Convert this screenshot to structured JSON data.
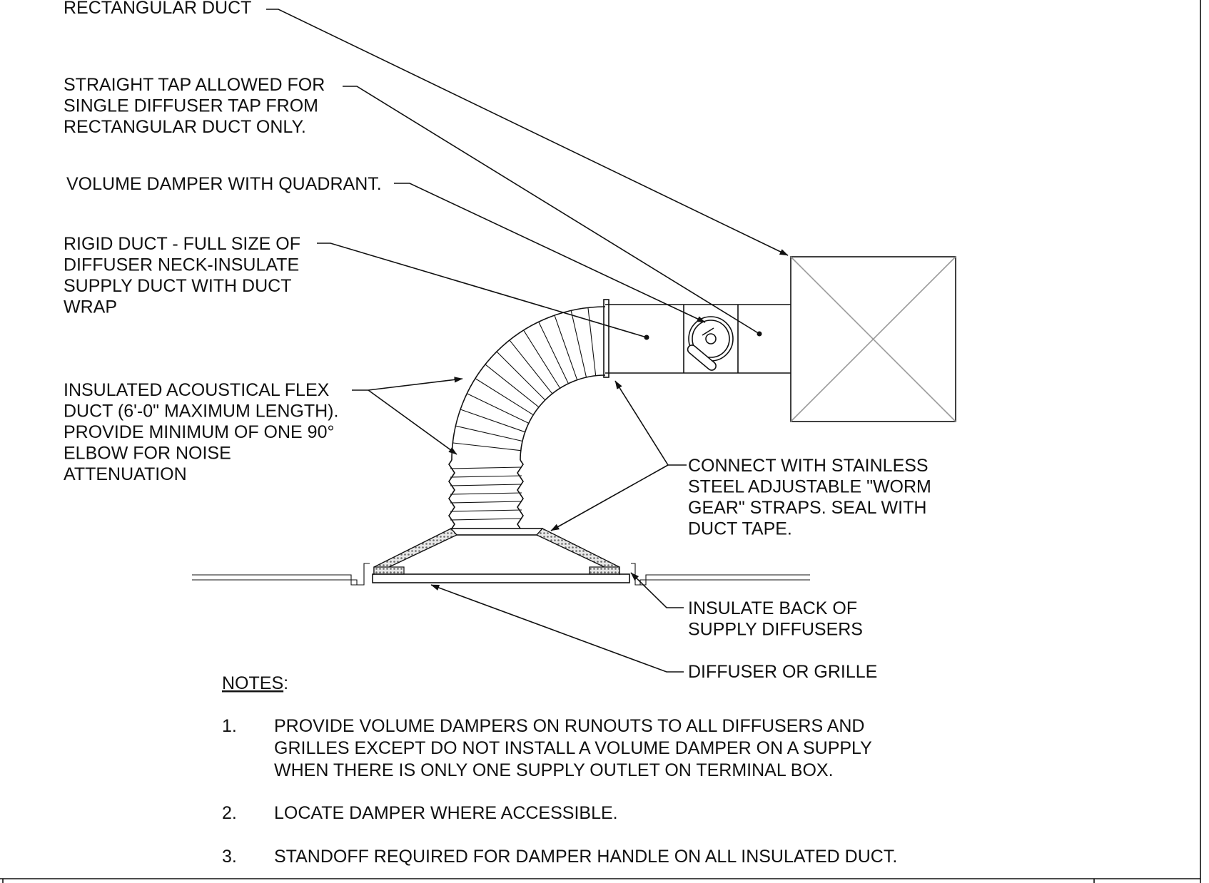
{
  "callouts": {
    "rect_duct": [
      "RECTANGULAR DUCT"
    ],
    "straight_tap": [
      "STRAIGHT TAP ALLOWED FOR",
      "SINGLE DIFFUSER TAP FROM",
      "RECTANGULAR DUCT ONLY."
    ],
    "volume_damper": [
      "VOLUME DAMPER WITH QUADRANT."
    ],
    "rigid_duct": [
      "RIGID DUCT - FULL SIZE OF",
      "DIFFUSER NECK-INSULATE",
      "SUPPLY DUCT WITH DUCT",
      "WRAP"
    ],
    "flex_duct": [
      "INSULATED ACOUSTICAL FLEX",
      "DUCT (6'-0\" MAXIMUM LENGTH).",
      "PROVIDE MINIMUM OF ONE 90°",
      "ELBOW FOR NOISE",
      "ATTENUATION"
    ],
    "connect": [
      "CONNECT WITH STAINLESS",
      "STEEL ADJUSTABLE \"WORM",
      "GEAR\" STRAPS. SEAL WITH",
      "DUCT TAPE."
    ],
    "insulate_back": [
      "INSULATE BACK OF",
      "SUPPLY DIFFUSERS"
    ],
    "diffuser": [
      "DIFFUSER OR GRILLE"
    ]
  },
  "notes": {
    "heading": "NOTES",
    "heading_suffix": ":",
    "items": [
      {
        "num": "1.",
        "lines": [
          "PROVIDE VOLUME DAMPERS ON RUNOUTS TO ALL DIFFUSERS AND",
          "GRILLES EXCEPT DO NOT INSTALL A VOLUME DAMPER ON A SUPPLY",
          "WHEN THERE  IS ONLY ONE SUPPLY OUTLET ON TERMINAL BOX."
        ]
      },
      {
        "num": "2.",
        "lines": [
          "LOCATE DAMPER WHERE ACCESSIBLE."
        ]
      },
      {
        "num": "3.",
        "lines": [
          "STANDOFF REQUIRED FOR DAMPER HANDLE ON ALL INSULATED DUCT."
        ]
      }
    ]
  },
  "colors": {
    "ink": "#111111",
    "box_x": "#9a9a9a",
    "insulation": "#b5b5b5"
  }
}
